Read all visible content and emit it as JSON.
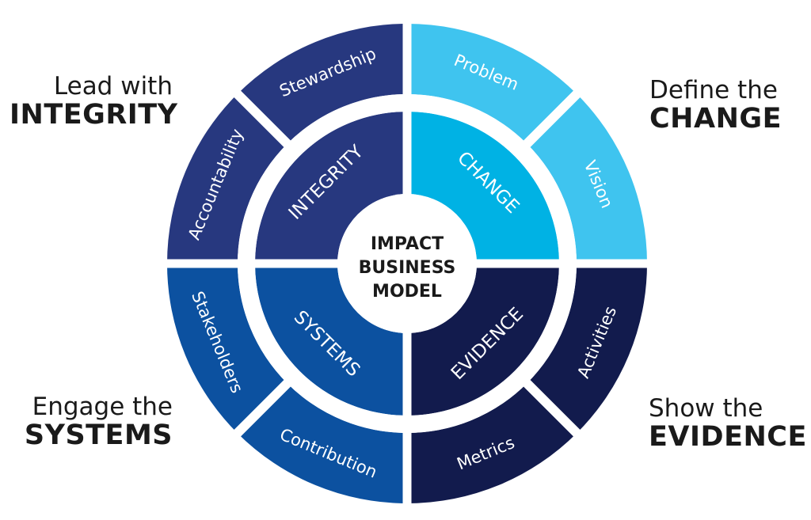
{
  "corners": {
    "top_left": {
      "line1": "Lead with",
      "line2": "INTEGRITY"
    },
    "top_right": {
      "line1": "Define the",
      "line2": "CHANGE"
    },
    "bottom_left": {
      "line1": "Engage the",
      "line2": "SYSTEMS"
    },
    "bottom_right": {
      "line1": "Show the",
      "line2": "EVIDENCE"
    }
  },
  "center": {
    "line1": "IMPACT",
    "line2": "BUSINESS",
    "line3": "MODEL"
  },
  "quadrants": {
    "integrity": {
      "inner": "INTEGRITY",
      "outer": [
        "Stewardship",
        "Accountability"
      ]
    },
    "change": {
      "inner": "CHANGE",
      "outer": [
        "Problem",
        "Vision"
      ]
    },
    "systems": {
      "inner": "SYSTEMS",
      "outer": [
        "Stakeholders",
        "Contribution"
      ]
    },
    "evidence": {
      "inner": "EVIDENCE",
      "outer": [
        "Activities",
        "Metrics"
      ]
    }
  },
  "colors": {
    "integrity": "#27387f",
    "change": "#00b2e4",
    "change_light": "#3fc4ef",
    "systems": "#0c51a0",
    "evidence": "#121b4d",
    "center_text": "#1a1a1a"
  }
}
